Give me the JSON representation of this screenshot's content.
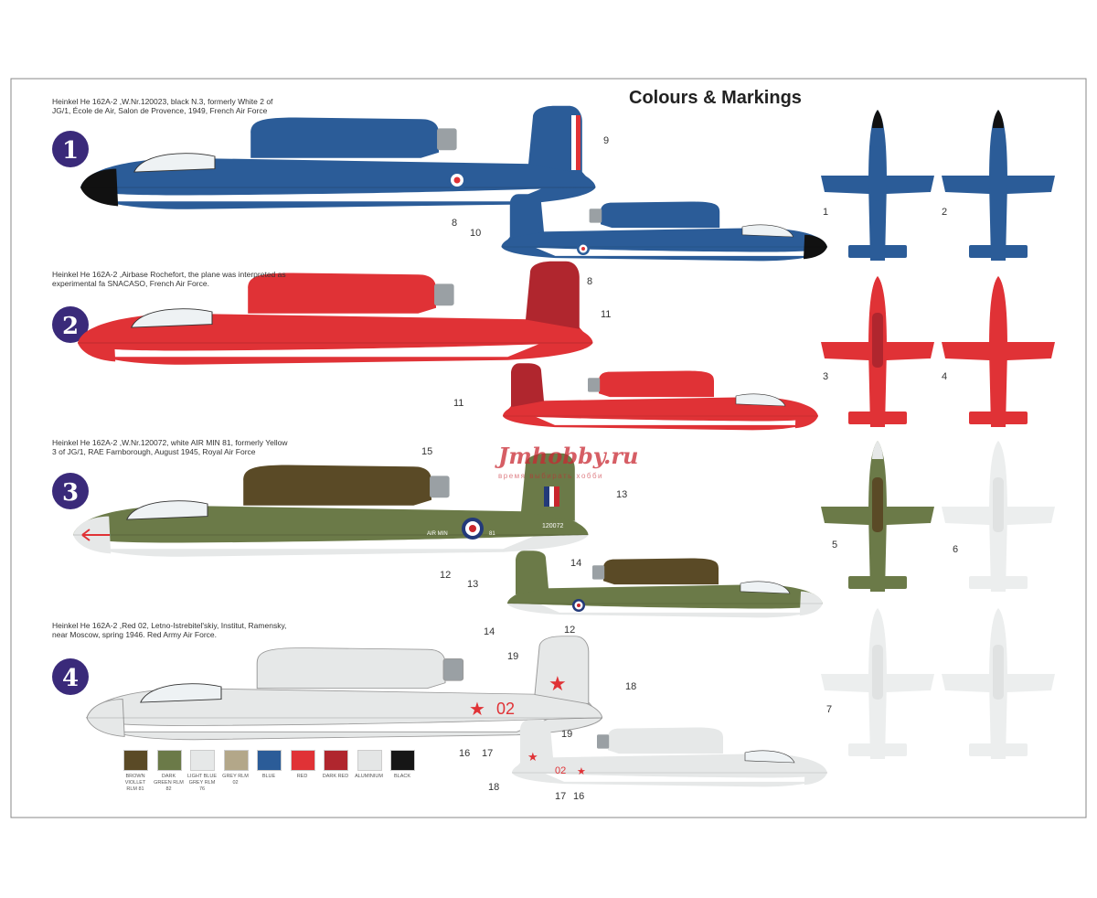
{
  "title": "Colours & Markings",
  "schemes": [
    {
      "number": "1",
      "caption": "Heinkel He 162A-2 ,W.Nr.120023, black N.3, formerly White 2 of JG/1, École de Air, Salon de Provence, 1949, French Air Force"
    },
    {
      "number": "2",
      "caption": "Heinkel He 162A-2 ,Airbase Rochefort, the plane was interpreted as experimental fa SNACASO, French Air Force."
    },
    {
      "number": "3",
      "caption": "Heinkel He 162A-2 ,W.Nr.120072, white AIR MIN 81, formerly Yellow 3 of JG/1, RAE Farnborough, August 1945, Royal Air Force"
    },
    {
      "number": "4",
      "caption": "Heinkel He 162A-2 ,Red 02, Letno-Istrebitel'skiy, Institut, Ramensky, near Moscow, spring 1946. Red Army Air Force."
    }
  ],
  "aircraft_markings": {
    "air_min": "AIR MIN",
    "air_min_num": "81",
    "serial": "120072",
    "red_code": "02"
  },
  "callouts": [
    "9",
    "8",
    "10",
    "8",
    "11",
    "11",
    "15",
    "13",
    "14",
    "12",
    "13",
    "14",
    "12",
    "19",
    "18",
    "16",
    "17",
    "19",
    "18",
    "17",
    "16"
  ],
  "topview_callouts": [
    "1",
    "2",
    "3",
    "4",
    "5",
    "6",
    "7"
  ],
  "swatches": [
    {
      "label": "BROWN VIOLLET RLM 81",
      "color": "#5a4a26"
    },
    {
      "label": "DARK GREEN RLM 82",
      "color": "#6b7a48"
    },
    {
      "label": "LIGHT BLUE GREY RLM 76",
      "color": "#e6e8e8"
    },
    {
      "label": "GREY RLM 02",
      "color": "#b3a789"
    },
    {
      "label": "BLUE",
      "color": "#2b5c98"
    },
    {
      "label": "RED",
      "color": "#e03236"
    },
    {
      "label": "DARK RED",
      "color": "#b0262e"
    },
    {
      "label": "ALUMINIUM",
      "color": "#e4e6e6"
    },
    {
      "label": "BLACK",
      "color": "#161616"
    }
  ],
  "watermark": {
    "site": "Jmhobby.ru",
    "slogan": "время выбирать хобби"
  }
}
